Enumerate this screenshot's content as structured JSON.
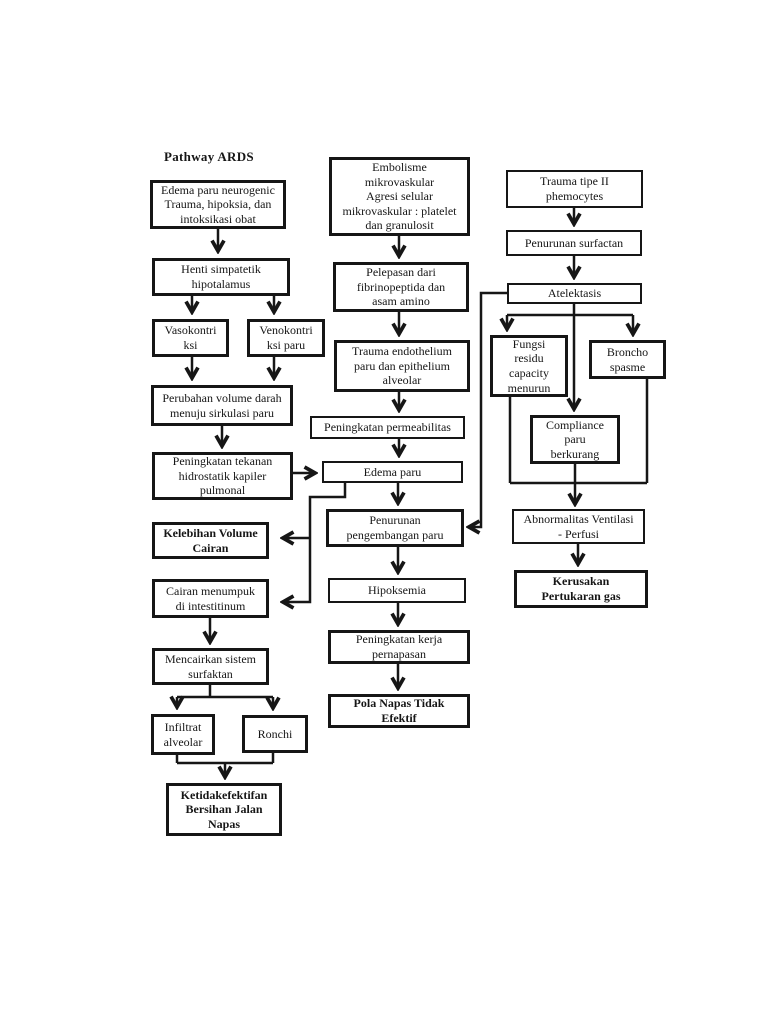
{
  "title": "Pathway ARDS",
  "ink_color": "#161616",
  "background_color": "#ffffff",
  "nodes": {
    "edema_neurogenic": {
      "label": "Edema paru neurogenic\nTrauma, hipoksia, dan\nintoksikasi obat"
    },
    "henti": {
      "label": "Henti simpatetik\nhipotalamus"
    },
    "vaso": {
      "label": "Vasokontri\nksi"
    },
    "veno": {
      "label": "Venokontri\nksi paru"
    },
    "perubahan": {
      "label": "Perubahan volume darah\nmenuju sirkulasi paru"
    },
    "tekanan": {
      "label": "Peningkatan tekanan\nhidrostatik kapiler\npulmonal"
    },
    "kelebihan": {
      "label": "Kelebihan Volume\nCairan"
    },
    "cairan": {
      "label": "Cairan menumpuk\ndi intestitinum"
    },
    "mencairkan": {
      "label": "Mencairkan sistem\nsurfaktan"
    },
    "infiltrat": {
      "label": "Infiltrat\nalveolar"
    },
    "ronchi": {
      "label": "Ronchi"
    },
    "ketidakefektifan": {
      "label": "Ketidakefektifan\nBersihan Jalan\nNapas"
    },
    "embolisme": {
      "label": "Embolisme\nmikrovaskular\nAgresi selular\nmikrovaskular : platelet\ndan granulosit"
    },
    "pelepasan": {
      "label": "Pelepasan dari\nfibrinopeptida dan\nasam amino"
    },
    "trauma_endo": {
      "label": "Trauma endothelium\nparu dan epithelium\nalveolar"
    },
    "permeabilitas": {
      "label": "Peningkatan permeabilitas"
    },
    "edema_paru": {
      "label": "Edema paru"
    },
    "penurunan_pengembangan": {
      "label": "Penurunan\npengembangan paru"
    },
    "hipoksemia": {
      "label": "Hipoksemia"
    },
    "kerja": {
      "label": "Peningkatan kerja\npernapasan"
    },
    "pola": {
      "label": "Pola Napas Tidak\nEfektif"
    },
    "trauma_tipe": {
      "label": "Trauma tipe II\nphemocytes"
    },
    "surfactan": {
      "label": "Penurunan surfactan"
    },
    "atelektasis": {
      "label": "Atelektasis"
    },
    "fungsi": {
      "label": "Fungsi\nresidu\ncapacity\nmenurun"
    },
    "broncho": {
      "label": "Broncho\nspasme"
    },
    "compliance": {
      "label": "Compliance\nparu\nberkurang"
    },
    "abnormalitas": {
      "label": "Abnormalitas Ventilasi\n- Perfusi"
    },
    "kerusakan": {
      "label": "Kerusakan\nPertukaran gas"
    }
  },
  "edges": [
    {
      "from": "edema_neurogenic",
      "to": "henti"
    },
    {
      "from": "henti",
      "to": "vaso"
    },
    {
      "from": "henti",
      "to": "veno"
    },
    {
      "from": "vaso",
      "to": "perubahan"
    },
    {
      "from": "veno",
      "to": "perubahan"
    },
    {
      "from": "perubahan",
      "to": "tekanan"
    },
    {
      "from": "tekanan",
      "to": "edema_paru"
    },
    {
      "from": "embolisme",
      "to": "pelepasan"
    },
    {
      "from": "pelepasan",
      "to": "trauma_endo"
    },
    {
      "from": "trauma_endo",
      "to": "permeabilitas"
    },
    {
      "from": "permeabilitas",
      "to": "edema_paru"
    },
    {
      "from": "edema_paru",
      "to": "penurunan_pengembangan"
    },
    {
      "from": "edema_paru",
      "to": "kelebihan"
    },
    {
      "from": "edema_paru",
      "to": "cairan"
    },
    {
      "from": "cairan",
      "to": "mencairkan"
    },
    {
      "from": "mencairkan",
      "to": "infiltrat"
    },
    {
      "from": "mencairkan",
      "to": "ronchi"
    },
    {
      "from": "infiltrat",
      "to": "ketidakefektifan"
    },
    {
      "from": "ronchi",
      "to": "ketidakefektifan"
    },
    {
      "from": "penurunan_pengembangan",
      "to": "hipoksemia"
    },
    {
      "from": "hipoksemia",
      "to": "kerja"
    },
    {
      "from": "kerja",
      "to": "pola"
    },
    {
      "from": "trauma_tipe",
      "to": "surfactan"
    },
    {
      "from": "surfactan",
      "to": "atelektasis"
    },
    {
      "from": "atelektasis",
      "to": "fungsi"
    },
    {
      "from": "atelektasis",
      "to": "broncho"
    },
    {
      "from": "atelektasis",
      "to": "compliance"
    },
    {
      "from": "atelektasis",
      "to": "penurunan_pengembangan"
    },
    {
      "from": "fungsi",
      "to": "abnormalitas"
    },
    {
      "from": "broncho",
      "to": "abnormalitas"
    },
    {
      "from": "compliance",
      "to": "abnormalitas"
    },
    {
      "from": "abnormalitas",
      "to": "kerusakan"
    }
  ]
}
